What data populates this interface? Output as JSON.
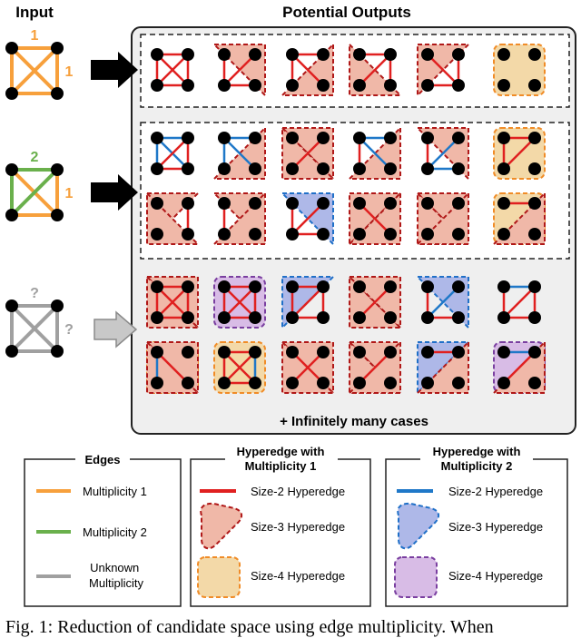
{
  "headers": {
    "input": "Input",
    "outputs": "Potential Outputs"
  },
  "inputs": [
    {
      "top_label": "1",
      "right_label": "1",
      "top_color": "#f7a03c",
      "right_color": "#f7a03c"
    },
    {
      "top_label": "2",
      "right_label": "1",
      "top_color": "#6ab04c",
      "right_color": "#f7a03c"
    },
    {
      "top_label": "?",
      "right_label": "?",
      "top_color": "#a0a0a0",
      "right_color": "#a0a0a0"
    }
  ],
  "infinite_note": "+ Infinitely many cases",
  "legend": {
    "edges": {
      "title": "Edges",
      "items": [
        {
          "label": "Multiplicity 1",
          "color": "#f7a03c"
        },
        {
          "label": "Multiplicity 2",
          "color": "#6ab04c"
        },
        {
          "label": "Unknown Multiplicity",
          "color": "#a0a0a0"
        }
      ]
    },
    "mult1": {
      "title_line1": "Hyperedge with",
      "title_line2": "Multiplicity 1",
      "items": [
        {
          "label": "Size-2 Hyperedge"
        },
        {
          "label": "Size-3 Hyperedge"
        },
        {
          "label": "Size-4 Hyperedge"
        }
      ]
    },
    "mult2": {
      "title_line1": "Hyperedge with",
      "title_line2": "Multiplicity 2",
      "items": [
        {
          "label": "Size-2 Hyperedge"
        },
        {
          "label": "Size-3 Hyperedge"
        },
        {
          "label": "Size-4 Hyperedge"
        }
      ]
    }
  },
  "colors": {
    "orange": "#f7a03c",
    "green": "#6ab04c",
    "gray": "#a0a0a0",
    "red": "#e02020",
    "blue": "#1f78c8",
    "tri_red_fill": "#f0b8a8",
    "tri_red_stroke": "#b01818",
    "tri_blue_fill": "#aeb8e8",
    "tri_blue_stroke": "#2070c8",
    "quad_orange_fill": "#f3d9a8",
    "quad_orange_stroke": "#f08c28",
    "quad_purple_fill": "#d8bce6",
    "quad_purple_stroke": "#7a3fa0"
  },
  "caption": "Fig. 1: Reduction of candidate space using edge multiplicity. When"
}
